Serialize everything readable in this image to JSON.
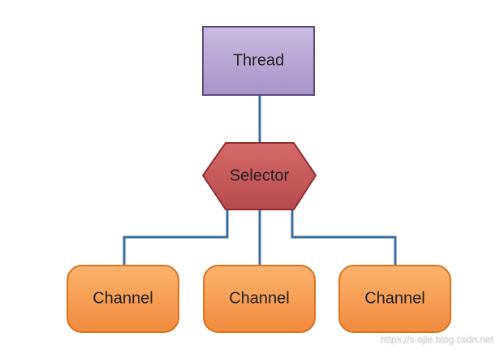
{
  "diagram": {
    "nodes": {
      "thread": {
        "label": "Thread"
      },
      "selector": {
        "label": "Selector"
      },
      "channels": [
        {
          "label": "Channel"
        },
        {
          "label": "Channel"
        },
        {
          "label": "Channel"
        }
      ]
    },
    "edges": [
      {
        "from": "thread",
        "to": "selector"
      },
      {
        "from": "selector",
        "to": "channel-1"
      },
      {
        "from": "selector",
        "to": "channel-2"
      },
      {
        "from": "selector",
        "to": "channel-3"
      }
    ],
    "colors": {
      "thread_fill": "#b7a6d3",
      "thread_stroke": "#5b4d80",
      "selector_fill": "#c9595a",
      "selector_stroke": "#8e2f33",
      "channel_fill": "#f59a50",
      "channel_stroke": "#d9731f",
      "edge": "#3b6e9b"
    }
  },
  "watermark": "https://s-ajie.blog.csdn.net"
}
